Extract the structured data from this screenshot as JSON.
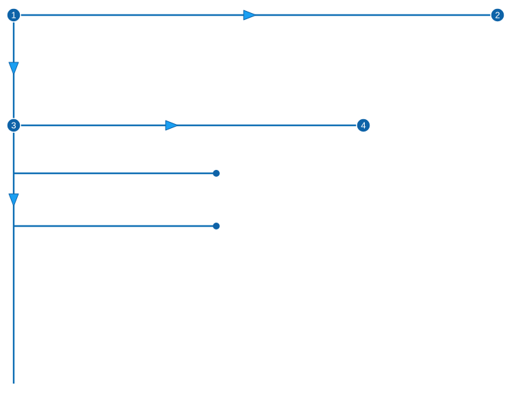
{
  "colors": {
    "line": "#0e6eb4",
    "node_fill": "#0e63a8",
    "node_stroke": "#ffffff",
    "arrow_fill": "#1a9ff2",
    "arrow_stroke": "#0e63a8",
    "label": "#ffffff"
  },
  "nodes": [
    {
      "id": "n1",
      "label": "1"
    },
    {
      "id": "n2",
      "label": "2"
    },
    {
      "id": "n3",
      "label": "3"
    },
    {
      "id": "n4",
      "label": "4"
    }
  ],
  "branch_ends": [
    {
      "id": "e1"
    },
    {
      "id": "e2"
    }
  ],
  "edges": [
    {
      "id": "edge-1-2",
      "from": "n1",
      "to": "n2",
      "arrow": "right"
    },
    {
      "id": "edge-1-3",
      "from": "n1",
      "to": "n3",
      "arrow": "down"
    },
    {
      "id": "edge-3-4",
      "from": "n3",
      "to": "n4",
      "arrow": "right"
    },
    {
      "id": "edge-trunk-e1",
      "to": "e1",
      "arrow": "none"
    },
    {
      "id": "edge-trunk-down",
      "arrow": "down"
    },
    {
      "id": "edge-trunk-e2",
      "to": "e2",
      "arrow": "none"
    },
    {
      "id": "edge-trunk-tail",
      "arrow": "none"
    }
  ]
}
